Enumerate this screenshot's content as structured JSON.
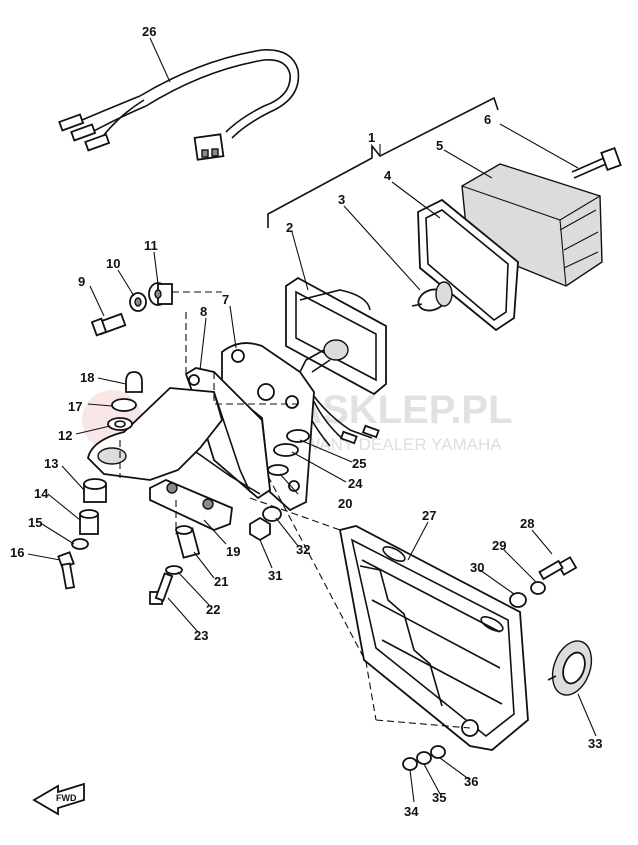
{
  "watermark": {
    "brand": "YAMASKLEP.PL",
    "subtitle": "AUTORYZOWANY DEALER YAMAHA"
  },
  "direction_marker": "FWD",
  "part_numbers": [
    "1",
    "2",
    "3",
    "4",
    "5",
    "6",
    "7",
    "8",
    "9",
    "10",
    "11",
    "12",
    "13",
    "14",
    "15",
    "16",
    "17",
    "18",
    "19",
    "20",
    "21",
    "22",
    "23",
    "24",
    "25",
    "26",
    "27",
    "28",
    "29",
    "30",
    "31",
    "32",
    "33",
    "34",
    "35",
    "36"
  ]
}
